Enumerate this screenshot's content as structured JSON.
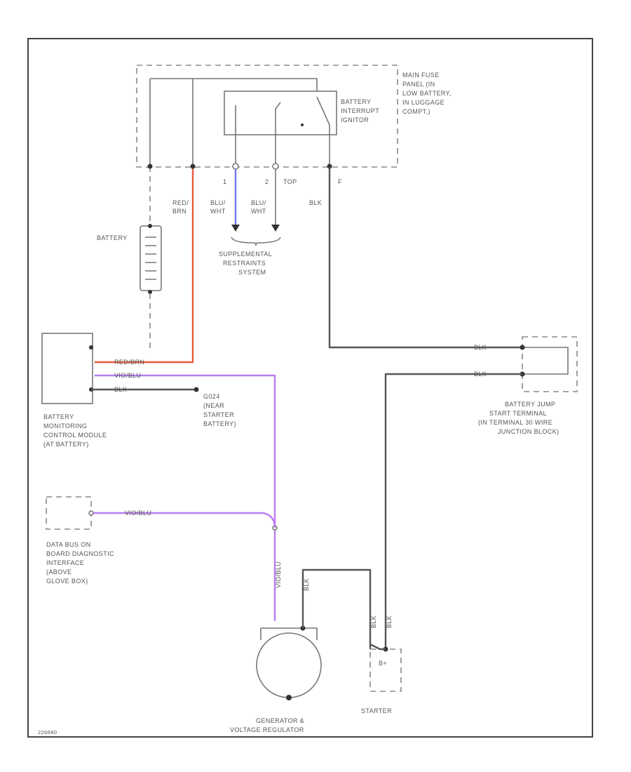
{
  "colors": {
    "red_wire": "#e8593a",
    "violet_wire": "#b77cf2",
    "blue_wire": "#6f79f2",
    "black_wire": "#555555"
  },
  "labels": {
    "fuse_panel": [
      "MAIN FUSE",
      "PANEL (IN",
      "LOW BATTERY,",
      "IN LUGGAGE",
      "COMPT.)"
    ],
    "interrupt": [
      "BATTERY",
      "INTERRUPT",
      "IGNITOR"
    ],
    "pin_1": "1",
    "pin_2": "2",
    "pin_f": "F",
    "top": "TOP",
    "red_brn": [
      "RED/",
      "BRN"
    ],
    "blu_wht_1": [
      "BLU/",
      "WHT"
    ],
    "blu_wht_2": [
      "BLU/",
      "WHT"
    ],
    "blk_top": "BLK",
    "battery": "BATTERY",
    "srs": [
      "SUPPLEMENTAL",
      "RESTRAINTS",
      "SYSTEM"
    ],
    "red_brn_wire": "RED/BRN",
    "vio_blu_wire": "VIO/BLU",
    "blk_bmc": "BLK",
    "bmc": [
      "BATTERY",
      "MONITORING",
      "CONTROL MODULE",
      "(AT BATTERY)"
    ],
    "ground": [
      "G024",
      "(NEAR",
      "STARTER",
      "BATTERY)"
    ],
    "blk_jump_1": "BLK",
    "blk_jump_2": "BLK",
    "jump": [
      "BATTERY JUMP",
      "START TERMINAL",
      "(IN TERMINAL 30 WIRE",
      "JUNCTION BLOCK)"
    ],
    "obd_wire": "VIO/BLU",
    "obd": [
      "DATA BUS ON",
      "BOARD DIAGNOSTIC",
      "INTERFACE",
      "(ABOVE",
      "GLOVE BOX)"
    ],
    "vio_vertical": "VIO/BLU",
    "blk_gen": "BLK",
    "starter_blk_1": "BLK",
    "starter_blk_2": "BLK",
    "bplus": "B+",
    "starter": "STARTER",
    "generator": [
      "GENERATOR &",
      "VOLTAGE REGULATOR"
    ],
    "diagram_id": "226680"
  }
}
